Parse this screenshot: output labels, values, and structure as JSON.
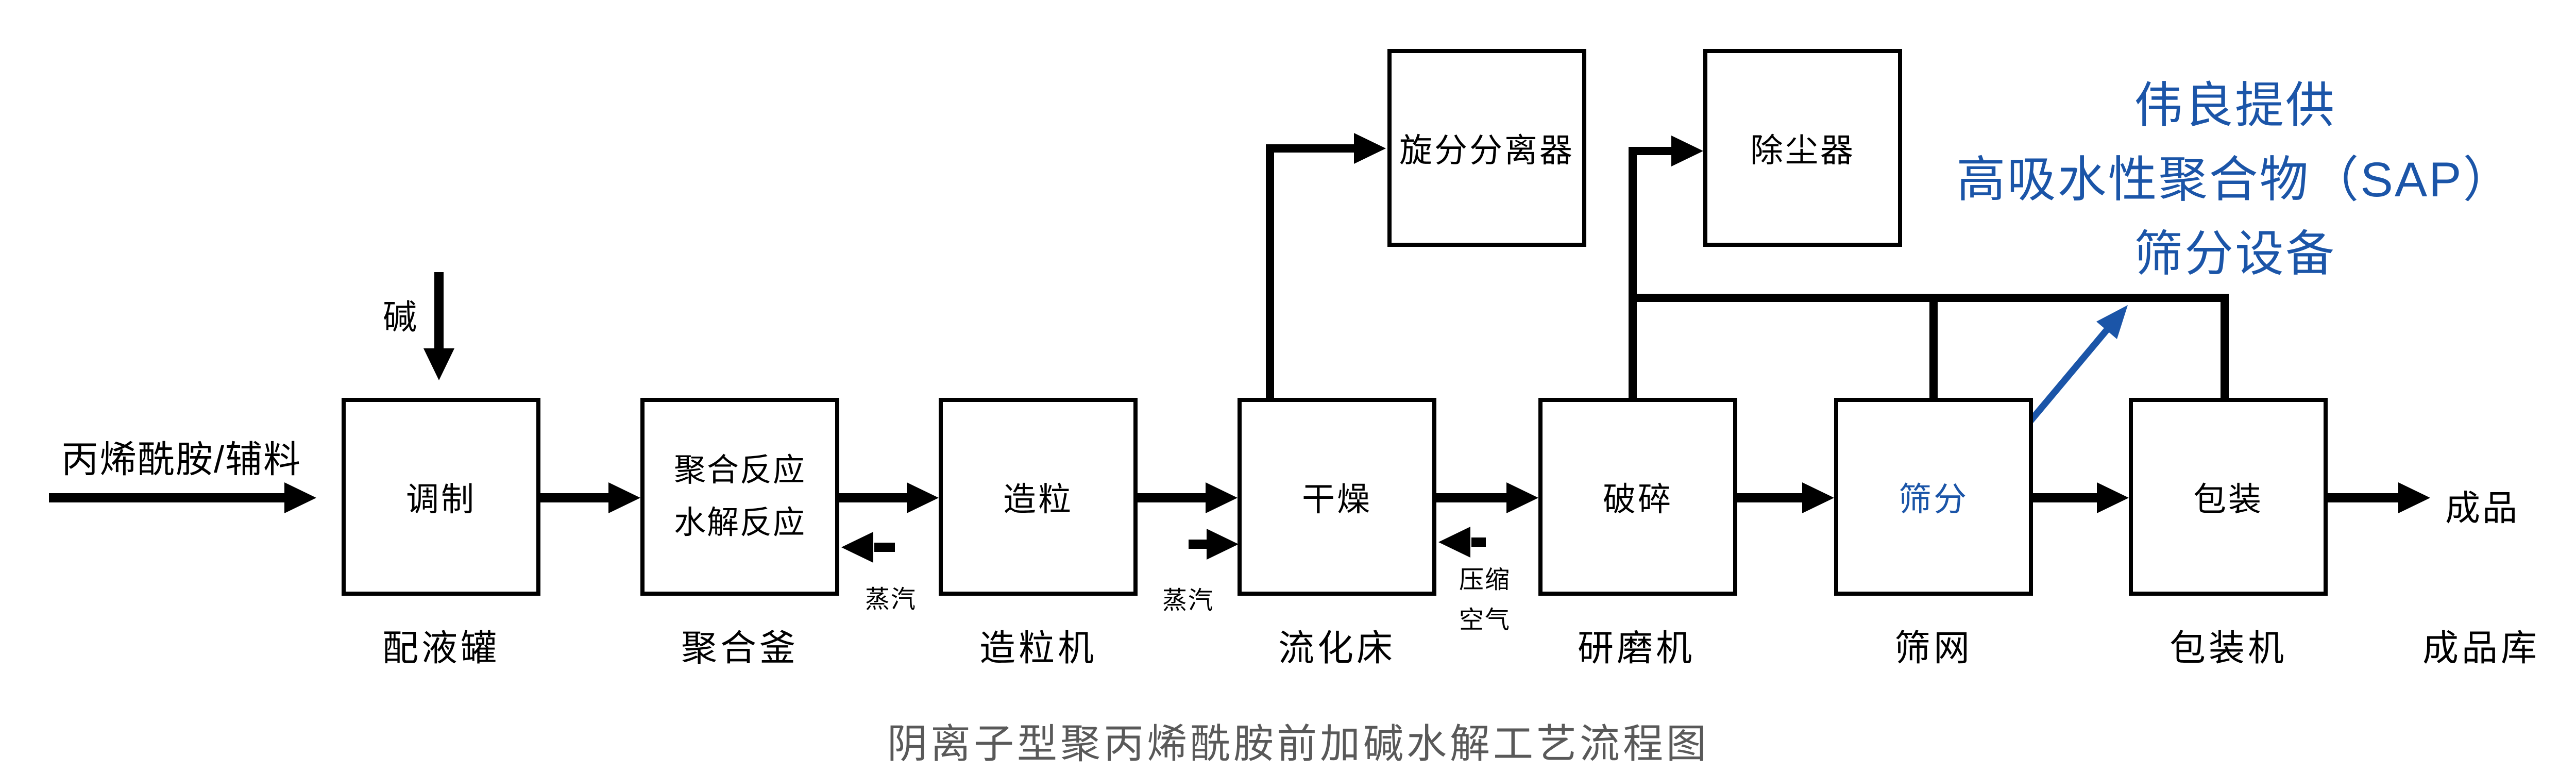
{
  "title": "阴离子型聚丙烯酰胺前加碱水解工艺流程图",
  "colors": {
    "accent_blue": "#1B55A8",
    "line_black": "#000000",
    "title_gray": "#595959"
  },
  "inputs": {
    "feed": "丙烯酰胺/辅料",
    "alkali": "碱"
  },
  "process": {
    "steps": [
      {
        "box": "调制",
        "label": "配液罐"
      },
      {
        "box_line1": "聚合反应",
        "box_line2": "水解反应",
        "label": "聚合釜"
      },
      {
        "box": "造粒",
        "label": "造粒机"
      },
      {
        "box": "干燥",
        "label": "流化床"
      },
      {
        "box": "破碎",
        "label": "研磨机"
      },
      {
        "box": "筛分",
        "label": "筛网"
      },
      {
        "box": "包装",
        "label": "包装机"
      }
    ]
  },
  "top_units": [
    {
      "box": "旋分分离器"
    },
    {
      "box": "除尘器"
    }
  ],
  "utilities": {
    "steam1": "蒸汽",
    "steam2": "蒸汽",
    "air_line1": "压缩",
    "air_line2": "空气"
  },
  "output": {
    "product": "成品",
    "label": "成品库"
  },
  "callout": {
    "line1": "伟良提供",
    "line2": "高吸水性聚合物（SAP）",
    "line3": "筛分设备"
  }
}
